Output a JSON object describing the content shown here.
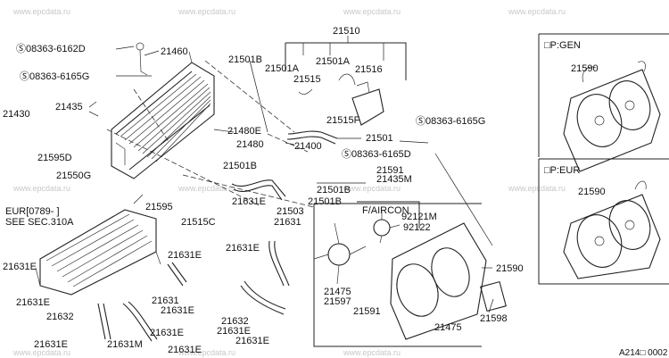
{
  "watermark": "www.epcdata.ru",
  "figure_code": "A214□ 0002",
  "variant_labels": {
    "gen": "□P:GEN",
    "eur": "□P:EUR",
    "aircon": "F/AIRCON",
    "eur_note_1": "EUR[0789-  ]",
    "eur_note_2": "SEE SEC.310A"
  },
  "part_labels": [
    {
      "id": "21510",
      "text": "21510"
    },
    {
      "id": "s08363-6162d",
      "text": "Ⓢ08363-6162D"
    },
    {
      "id": "21460",
      "text": "21460"
    },
    {
      "id": "21501b-a",
      "text": "21501B"
    },
    {
      "id": "21501a-a",
      "text": "21501A"
    },
    {
      "id": "21501a-b",
      "text": "21501A"
    },
    {
      "id": "21516",
      "text": "21516"
    },
    {
      "id": "s08363-6165g-a",
      "text": "Ⓢ08363-6165G"
    },
    {
      "id": "21515",
      "text": "21515"
    },
    {
      "id": "21430",
      "text": "21430"
    },
    {
      "id": "21435",
      "text": "21435"
    },
    {
      "id": "21515f",
      "text": "21515F"
    },
    {
      "id": "s08363-6165g-b",
      "text": "Ⓢ08363-6165G"
    },
    {
      "id": "21480e",
      "text": "21480E"
    },
    {
      "id": "21480",
      "text": "21480"
    },
    {
      "id": "21501",
      "text": "21501"
    },
    {
      "id": "21400",
      "text": "21400"
    },
    {
      "id": "21595d",
      "text": "21595D"
    },
    {
      "id": "s08363-6165d",
      "text": "Ⓢ08363-6165D"
    },
    {
      "id": "21501b-b",
      "text": "21501B"
    },
    {
      "id": "21550g",
      "text": "21550G"
    },
    {
      "id": "21591-a",
      "text": "21591"
    },
    {
      "id": "21435m",
      "text": "21435M"
    },
    {
      "id": "21501b-c",
      "text": "21501B"
    },
    {
      "id": "21631e-a",
      "text": "21631E"
    },
    {
      "id": "21501b-d",
      "text": "21501B"
    },
    {
      "id": "21595",
      "text": "21595"
    },
    {
      "id": "92121m",
      "text": "92121M"
    },
    {
      "id": "21503",
      "text": "21503"
    },
    {
      "id": "21515c",
      "text": "21515C"
    },
    {
      "id": "21631",
      "text": "21631"
    },
    {
      "id": "92122",
      "text": "92122"
    },
    {
      "id": "21631e-b",
      "text": "21631E"
    },
    {
      "id": "21631e-c",
      "text": "21631E"
    },
    {
      "id": "21590-main",
      "text": "21590"
    },
    {
      "id": "21631e-d",
      "text": "21631E"
    },
    {
      "id": "21475-a",
      "text": "21475"
    },
    {
      "id": "21597",
      "text": "21597"
    },
    {
      "id": "21631e-e",
      "text": "21631E"
    },
    {
      "id": "21631-b",
      "text": "21631"
    },
    {
      "id": "21631e-f",
      "text": "21631E"
    },
    {
      "id": "21591-b",
      "text": "21591"
    },
    {
      "id": "21632-a",
      "text": "21632"
    },
    {
      "id": "21598",
      "text": "21598"
    },
    {
      "id": "21632-b",
      "text": "21632"
    },
    {
      "id": "21631e-g",
      "text": "21631E"
    },
    {
      "id": "21475-b",
      "text": "21475"
    },
    {
      "id": "21631e-h",
      "text": "21631E"
    },
    {
      "id": "21631e-i",
      "text": "21631E"
    },
    {
      "id": "21631m",
      "text": "21631M"
    },
    {
      "id": "21631e-j",
      "text": "21631E"
    },
    {
      "id": "21590-gen",
      "text": "21590"
    },
    {
      "id": "21590-eur",
      "text": "21590"
    }
  ]
}
